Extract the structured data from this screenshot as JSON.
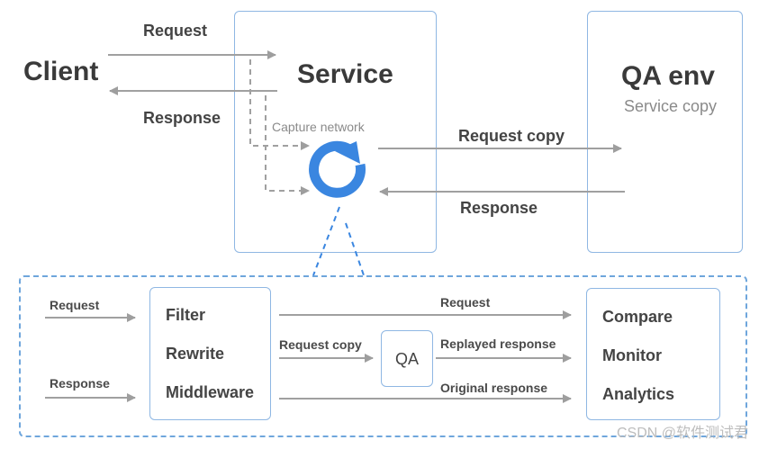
{
  "top": {
    "client": "Client",
    "service": "Service",
    "capture_network": "Capture network",
    "qa_env": "QA env",
    "service_copy": "Service copy",
    "request": "Request",
    "response": "Response",
    "request_copy": "Request copy",
    "response_right": "Response"
  },
  "bottom": {
    "request_in": "Request",
    "response_in": "Response",
    "proc": [
      "Filter",
      "Rewrite",
      "Middleware"
    ],
    "request_copy": "Request copy",
    "qa": "QA",
    "request_out": "Request",
    "replayed_response": "Replayed response",
    "original_response": "Original response",
    "outputs": [
      "Compare",
      "Monitor",
      "Analytics"
    ]
  },
  "watermark": "CSDN @软件测试君",
  "colors": {
    "accent": "#3a86e0",
    "box_border": "#8fb7e3",
    "arrow": "#9e9e9e"
  },
  "icons": {
    "capture": "refresh-arrow-icon"
  }
}
